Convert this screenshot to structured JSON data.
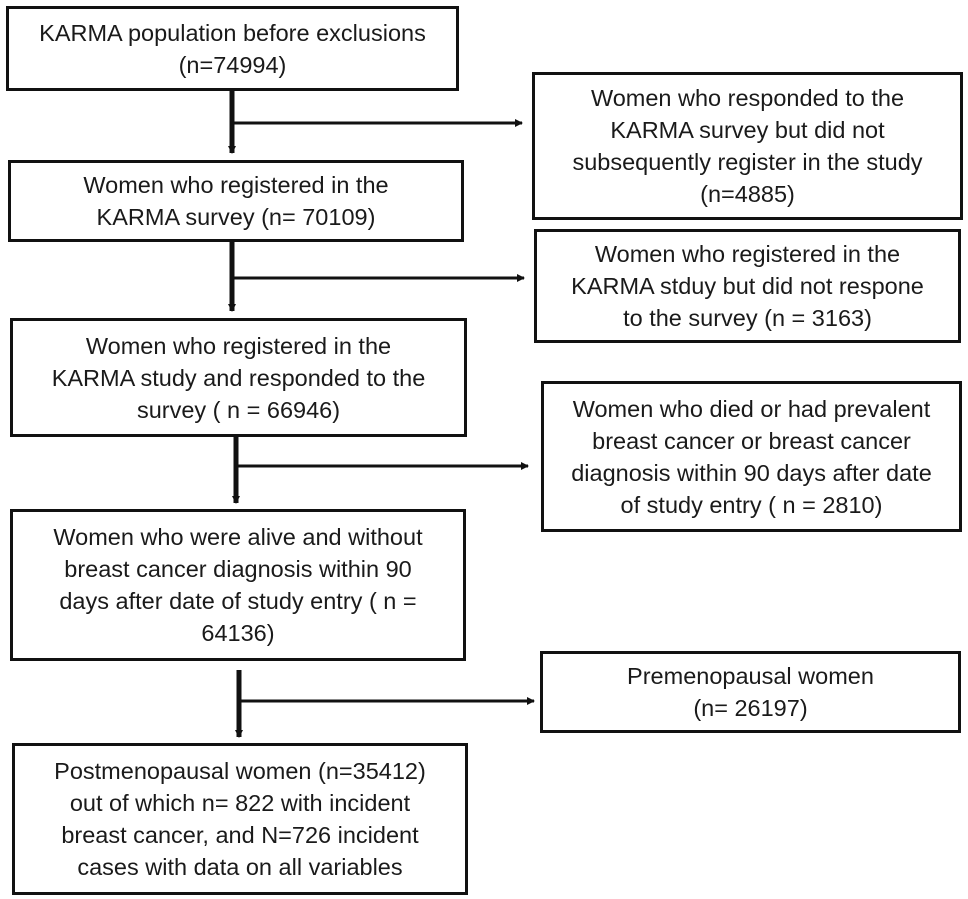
{
  "boxes": {
    "population": "KARMA population before exclusions\n(n=74994)",
    "registered_survey": "Women who registered in the\nKARMA survey (n= 70109)",
    "registered_responded": "Women who registered in the\nKARMA study and responded to the\nsurvey ( n = 66946)",
    "alive_no_cancer": "Women who were alive and without\nbreast cancer diagnosis within 90\ndays after date of study entry ( n =\n64136)",
    "postmenopausal": "Postmenopausal women (n=35412)\nout of which n= 822 with incident\nbreast cancer, and N=726  incident\ncases with data on all variables",
    "excl_not_registered": "Women who responded to the\nKARMA survey but did not\nsubsequently register in the study\n(n=4885)",
    "excl_no_response": "Women who registered in the\nKARMA stduy but did not respone\nto the survey (n = 3163)",
    "excl_died_prevalent": "Women who died or had prevalent\nbreast cancer or breast cancer\ndiagnosis within 90 days after date\nof study entry ( n = 2810)",
    "excl_premenopausal": "Premenopausal women\n(n= 26197)"
  }
}
